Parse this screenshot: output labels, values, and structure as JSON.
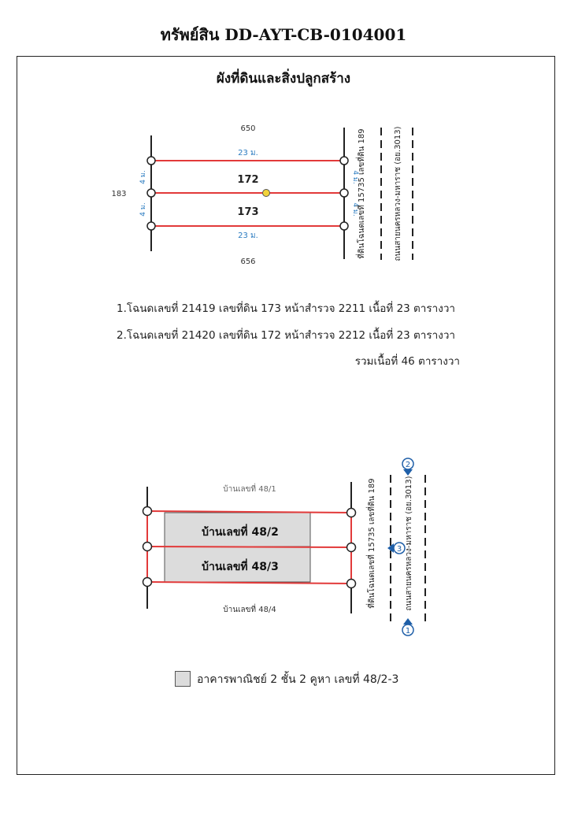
{
  "header": {
    "title": "ทรัพย์สิน DD-AYT-CB-0104001"
  },
  "plan": {
    "title": "ผังที่ดินและสิ่งปลูกสร้าง"
  },
  "map1": {
    "north_plot": "650",
    "south_plot": "656",
    "west_plot": "183",
    "width_top": "23 ม.",
    "width_bottom": "23 ม.",
    "depth_1": "4 ม.",
    "depth_2": "4 ม.",
    "depth_3": "4 ม.",
    "depth_4": "4 ม.",
    "lot_a": "172",
    "lot_b": "173",
    "neighbor_deed": "ที่ดินโฉนดเลขที่ 15735 เลขที่ดิน 189",
    "road": "ถนนสายนครหลวง-มหาราช (อย.3013)",
    "marker_color": "#f2d33a"
  },
  "deeds": {
    "line1": "1.โฉนดเลขที่ 21419 เลขที่ดิน 173 หน้าสำรวจ 2211 เนื้อที่ 23 ตารางวา",
    "line2": "2.โฉนดเลขที่ 21420 เลขที่ดิน 172 หน้าสำรวจ 2212 เนื้อที่ 23 ตารางวา",
    "total": "รวมเนื้อที่ 46 ตารางวา"
  },
  "map2": {
    "top_house": "บ้านเลขที่ 48/1",
    "bottom_house": "บ้านเลขที่ 48/4",
    "house_a": "บ้านเลขที่ 48/2",
    "house_b": "บ้านเลขที่ 48/3",
    "neighbor_deed": "ที่ดินโฉนดเลขที่ 15735 เลขที่ดิน 189",
    "road": "ถนนสายนครหลวง-มหาราช (อย.3013)",
    "view_1": "1",
    "view_2": "2",
    "view_3": "3"
  },
  "legend": {
    "text": "อาคารพาณิชย์ 2 ชั้น 2 คูหา เลขที่ 48/2-3"
  },
  "colors": {
    "boundary": "#e23a3a",
    "dimension": "#2a7bc0",
    "building_fill": "#dcdcdc",
    "view_marker": "#1f5fa8"
  }
}
